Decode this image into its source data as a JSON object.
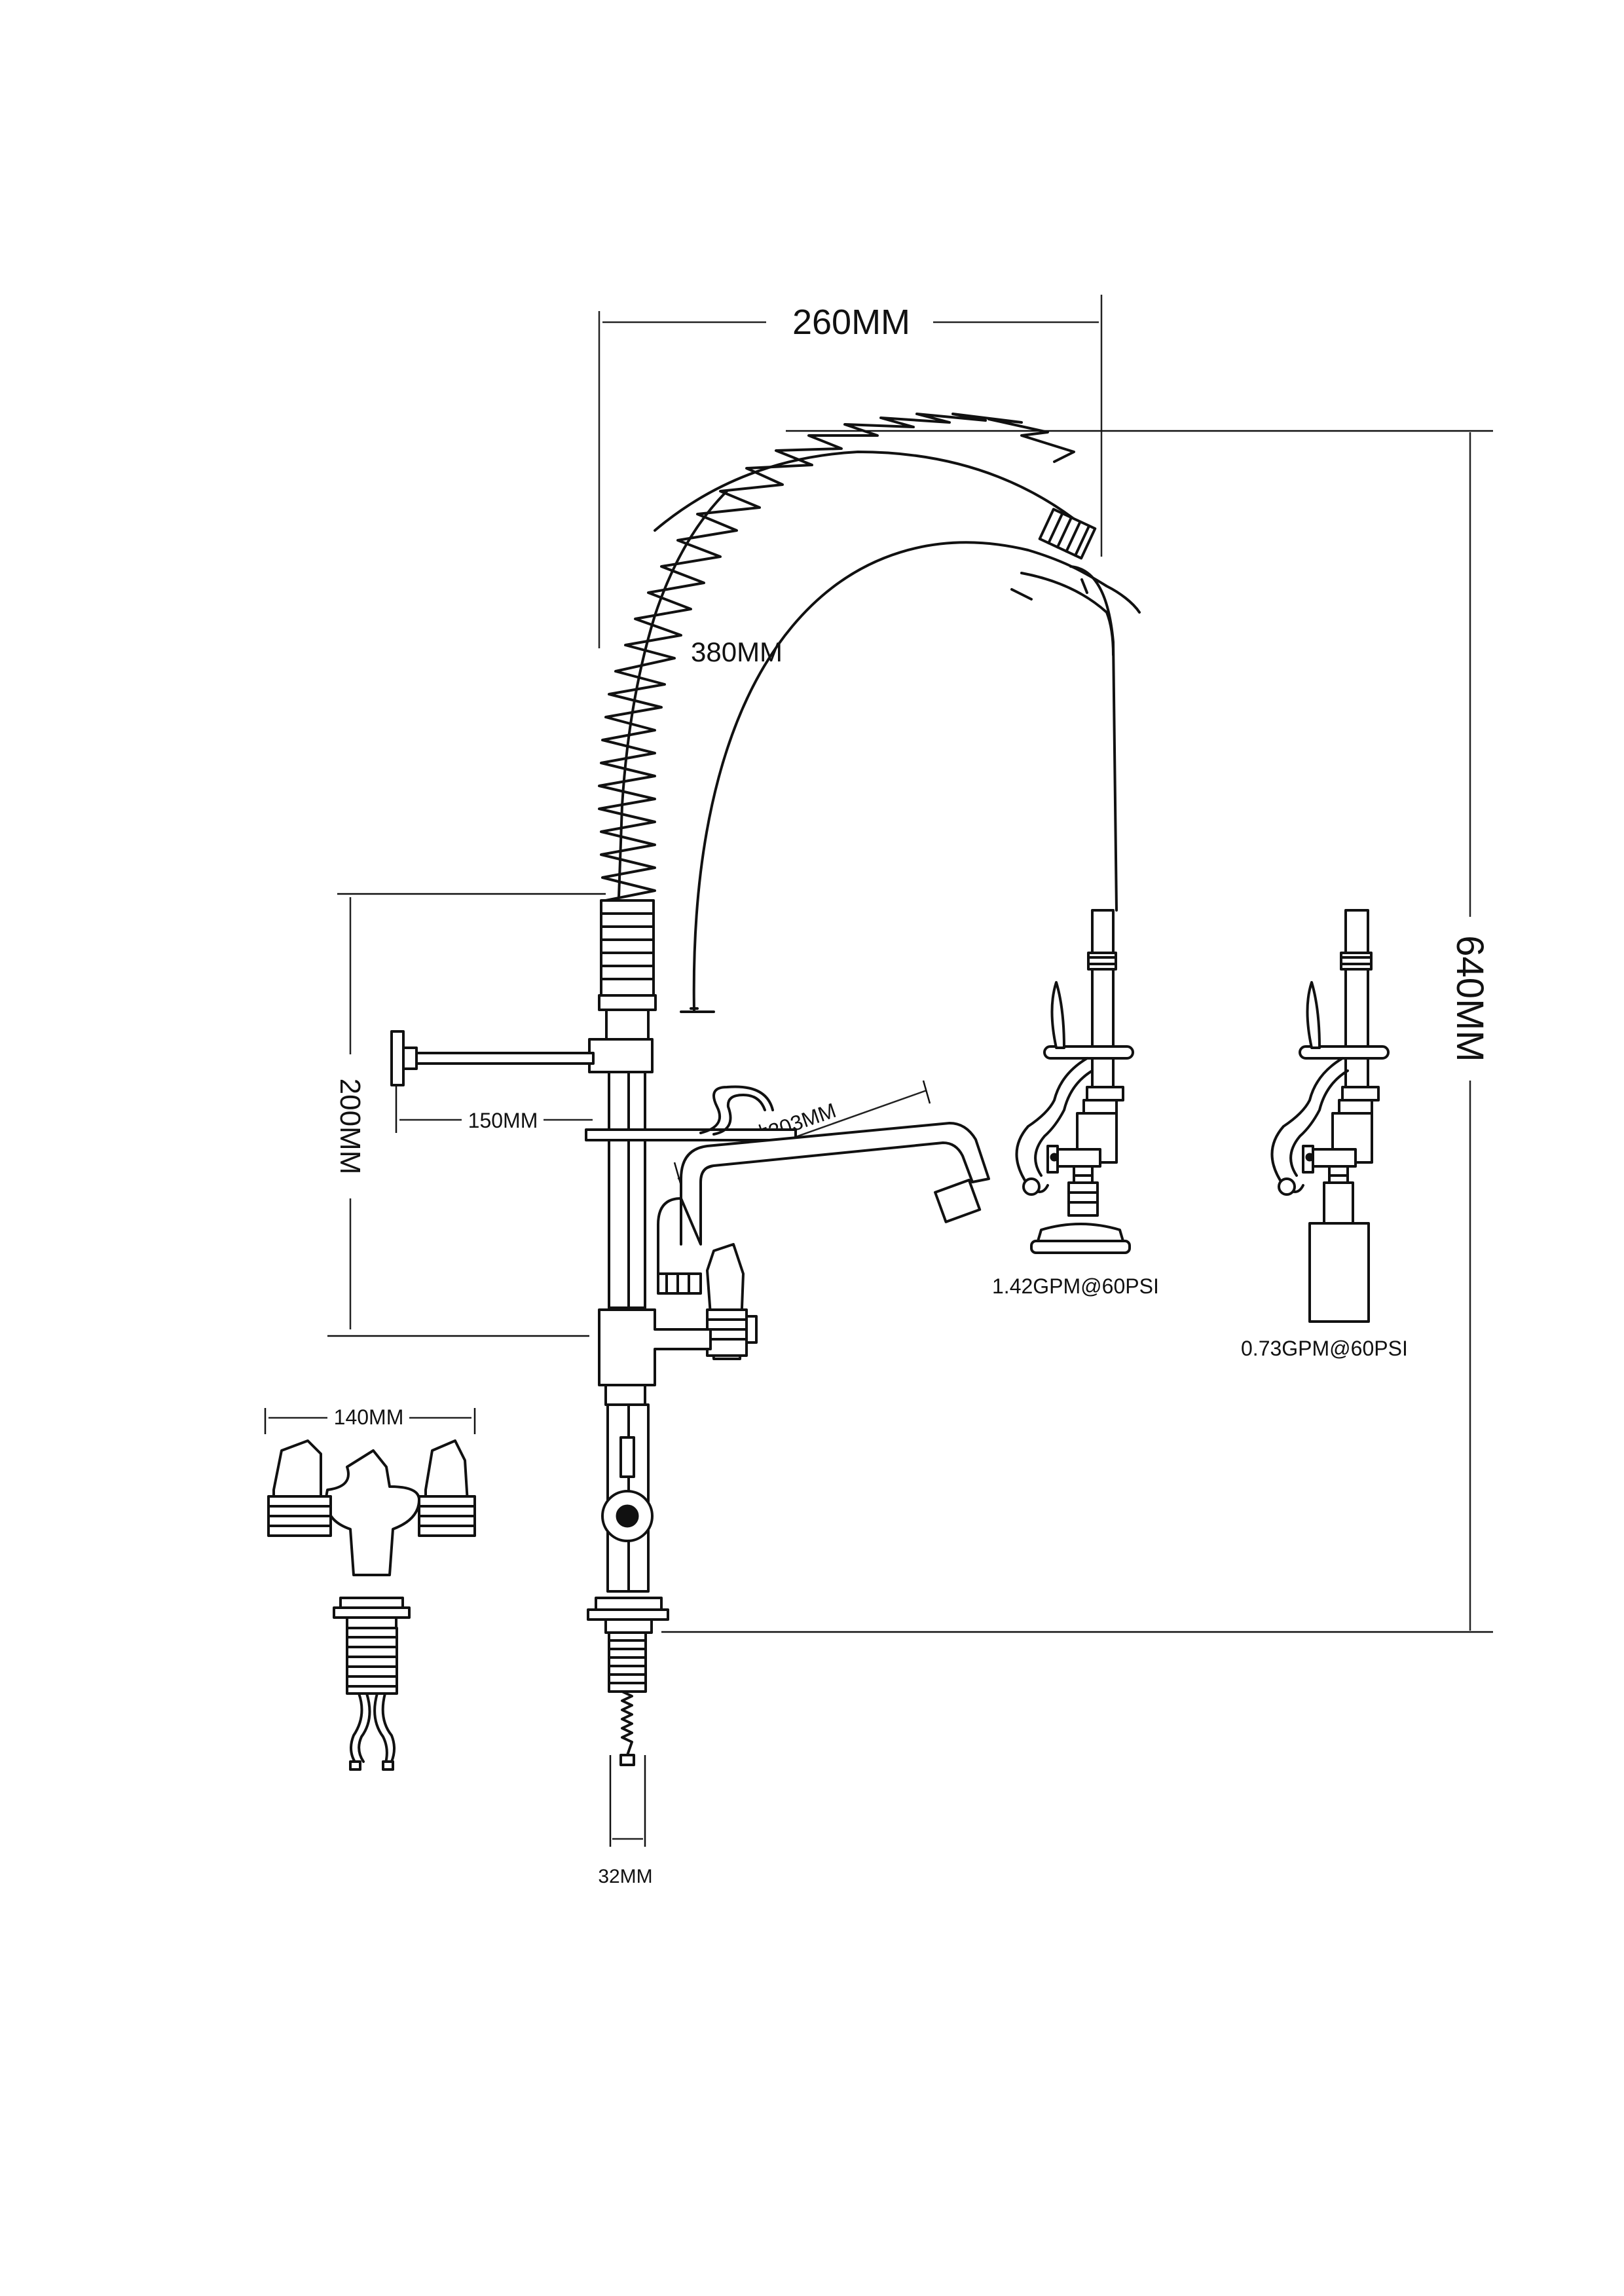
{
  "drawing": {
    "dimensions": {
      "width_260": "260MM",
      "hose_380": "380MM",
      "height_640": "640MM",
      "height_200": "200MM",
      "reach_150": "150MM",
      "spout_203": "8寸203MM",
      "base_140": "140MM",
      "shank_32": "32MM"
    },
    "spray_valves": [
      {
        "flow": "1.42GPM@60PSI"
      },
      {
        "flow": "0.73GPM@60PSI"
      }
    ]
  }
}
